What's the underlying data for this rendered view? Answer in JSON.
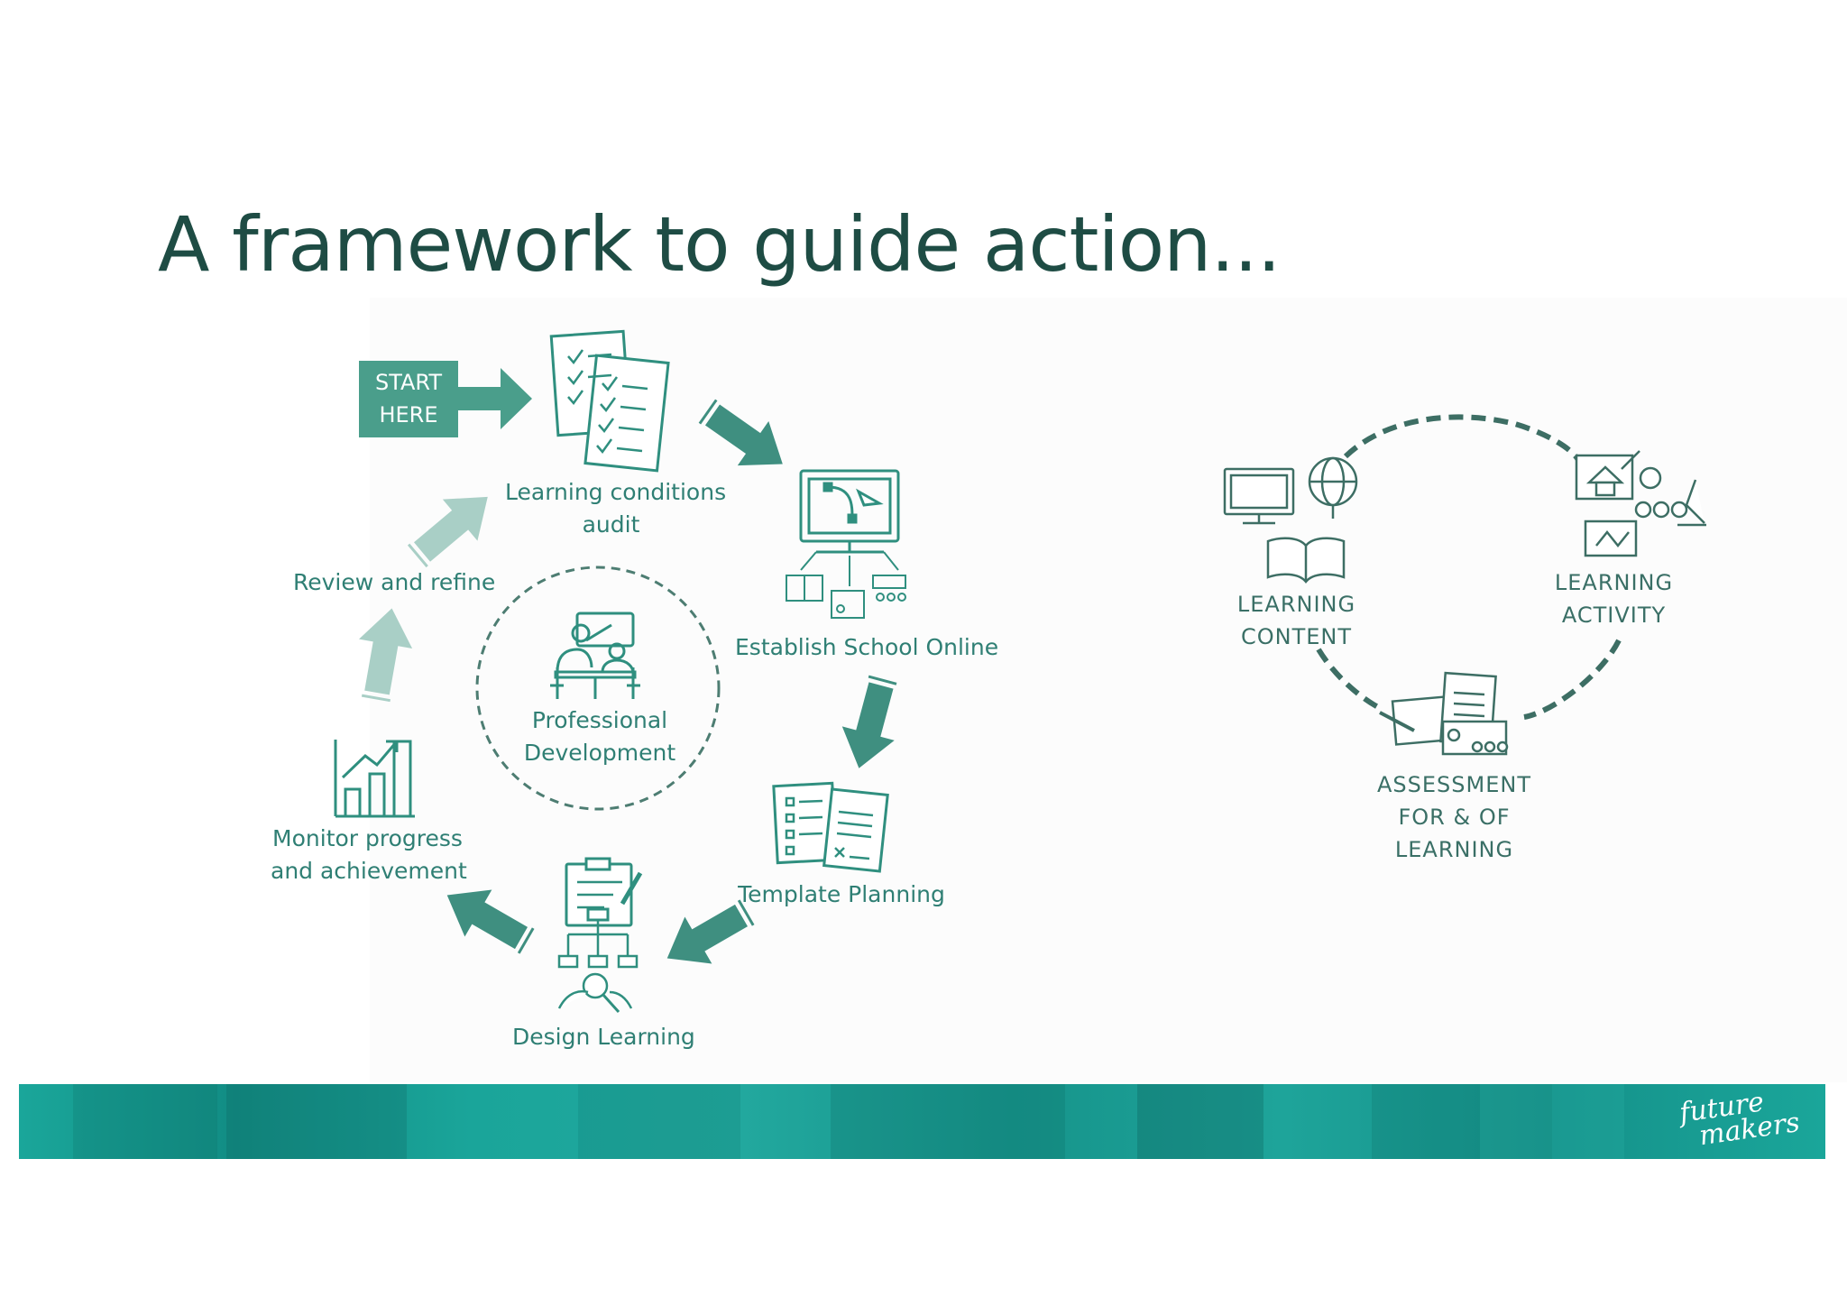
{
  "slide": {
    "title": "A framework to guide action..."
  },
  "cycle": {
    "start_label_line1": "START",
    "start_label_line2": "HERE",
    "steps": [
      {
        "line1": "Learning conditions",
        "line2": "audit"
      },
      {
        "line1": "Establish School Online"
      },
      {
        "line1": "Template Planning"
      },
      {
        "line1": "Design Learning"
      },
      {
        "line1": "Monitor progress",
        "line2": "and achievement"
      },
      {
        "line1": "Review and refine"
      }
    ],
    "center": {
      "line1": "Professional",
      "line2": "Development"
    }
  },
  "triad": {
    "nodes": [
      {
        "line1": "LEARNING",
        "line2": "CONTENT"
      },
      {
        "line1": "LEARNING",
        "line2": "ACTIVITY"
      },
      {
        "line1": "ASSESSMENT",
        "line2": "FOR & OF",
        "line3": "LEARNING"
      }
    ]
  },
  "footer": {
    "logo_line1": "future",
    "logo_line2": "makers"
  },
  "colors": {
    "dark_teal": "#2f8f7f",
    "light_teal": "#a9cfc6",
    "title": "#1e4c44",
    "band": "#1aa69a"
  }
}
